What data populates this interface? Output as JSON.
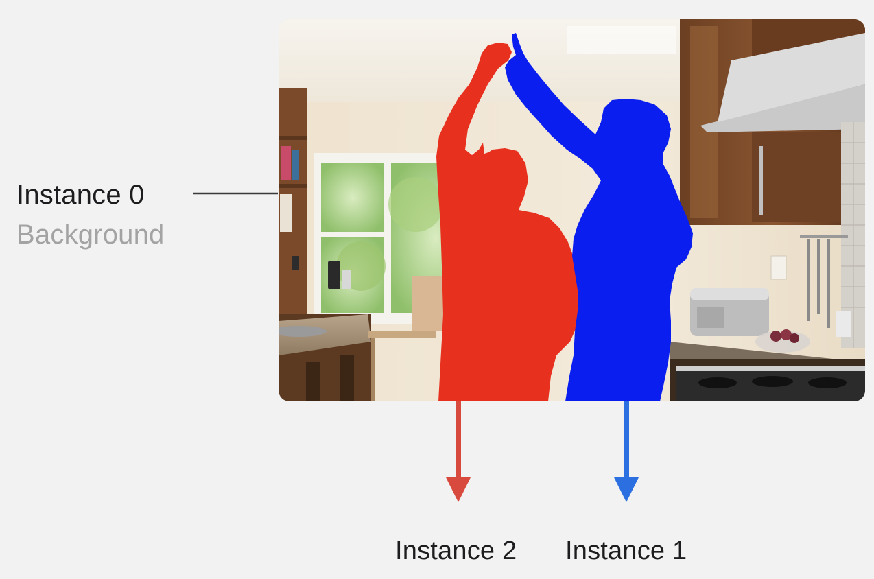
{
  "instance0": {
    "label": "Instance 0",
    "sublabel": "Background"
  },
  "instance1": {
    "label": "Instance 1",
    "color": "#2b6fe0",
    "mask_color": "#0a1ef0"
  },
  "instance2": {
    "label": "Instance 2",
    "color": "#d94a3e",
    "mask_color": "#e8301f"
  },
  "colors": {
    "background": "#f2f2f2",
    "connector": "#3a3a3a",
    "primary_text": "#1d1d1f",
    "secondary_text": "#a3a3a3"
  }
}
